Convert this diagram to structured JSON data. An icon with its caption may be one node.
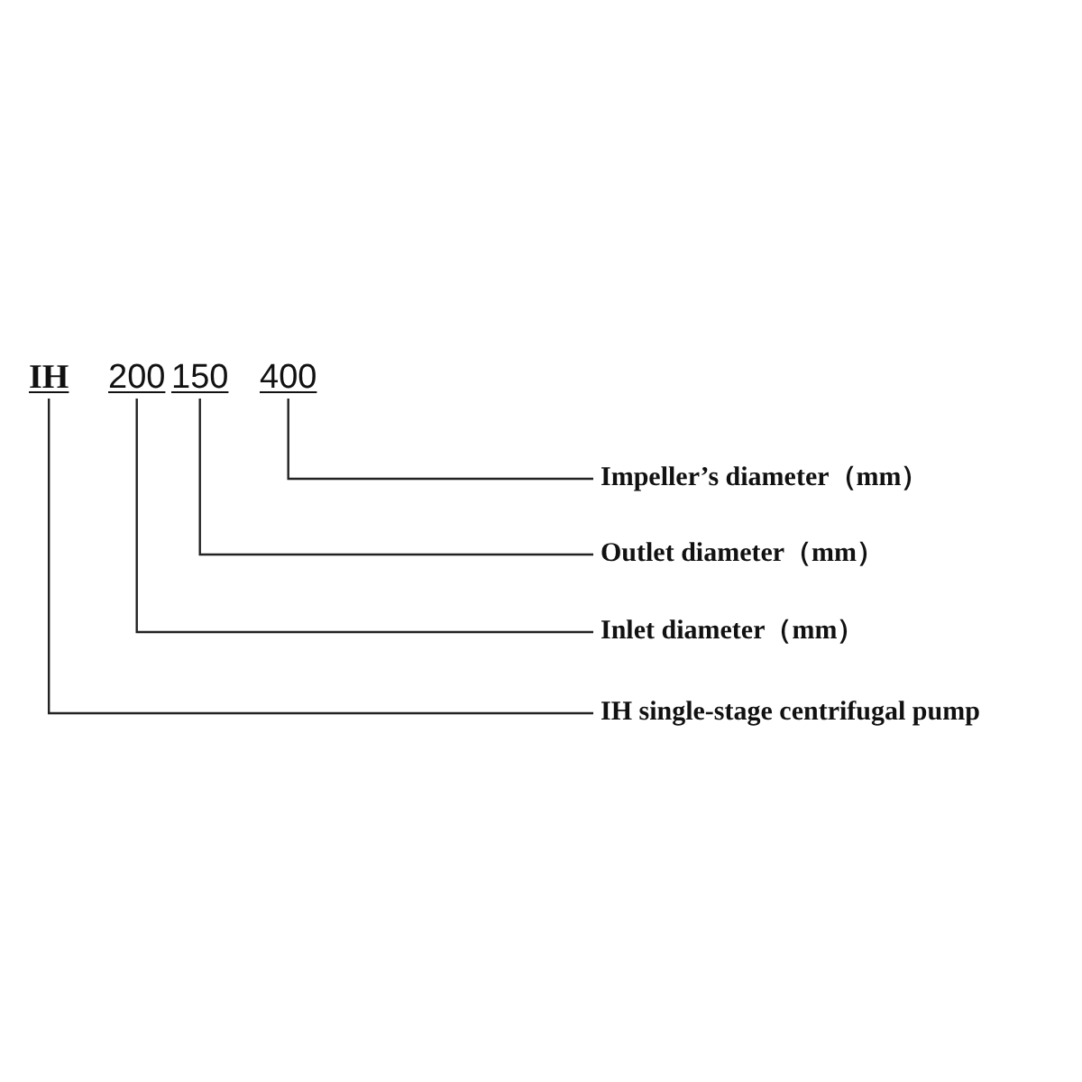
{
  "diagram": {
    "nodes": [
      {
        "text": [
          "IH"
        ]
      },
      {
        "text": [
          "200"
        ]
      },
      {
        "text": [
          "150"
        ]
      },
      {
        "text": [
          "400"
        ]
      },
      {
        "text": [
          "Impeller’s diameter（mm）"
        ]
      },
      {
        "text": [
          "Outlet diameter（mm）"
        ]
      },
      {
        "text": [
          "Inlet diameter（mm）"
        ]
      },
      {
        "text": [
          "IH single-stage centrifugal pump"
        ]
      }
    ],
    "edges": [
      {
        "from": 3,
        "to": 4,
        "arrow": "none"
      },
      {
        "from": 2,
        "to": 5,
        "arrow": "none"
      },
      {
        "from": 1,
        "to": 6,
        "arrow": "none"
      },
      {
        "from": 0,
        "to": 7,
        "arrow": "none"
      }
    ]
  }
}
